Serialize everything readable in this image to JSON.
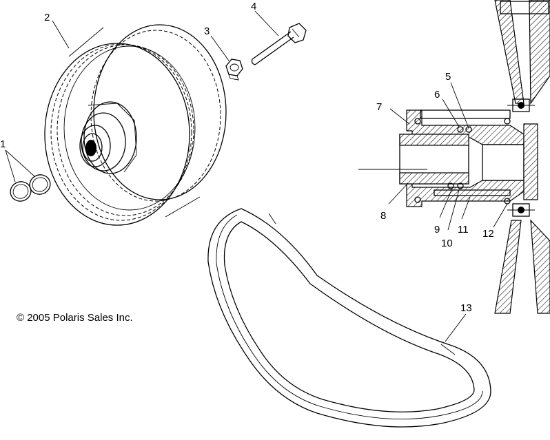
{
  "copyright": "© 2005 Polaris Sales Inc.",
  "callouts": [
    {
      "id": "1",
      "label": "1"
    },
    {
      "id": "2",
      "label": "2"
    },
    {
      "id": "3",
      "label": "3"
    },
    {
      "id": "4",
      "label": "4"
    },
    {
      "id": "5",
      "label": "5"
    },
    {
      "id": "6",
      "label": "6"
    },
    {
      "id": "7",
      "label": "7"
    },
    {
      "id": "8",
      "label": "8"
    },
    {
      "id": "9",
      "label": "9"
    },
    {
      "id": "10",
      "label": "10"
    },
    {
      "id": "11",
      "label": "11"
    },
    {
      "id": "12",
      "label": "12"
    },
    {
      "id": "13",
      "label": "13"
    }
  ]
}
